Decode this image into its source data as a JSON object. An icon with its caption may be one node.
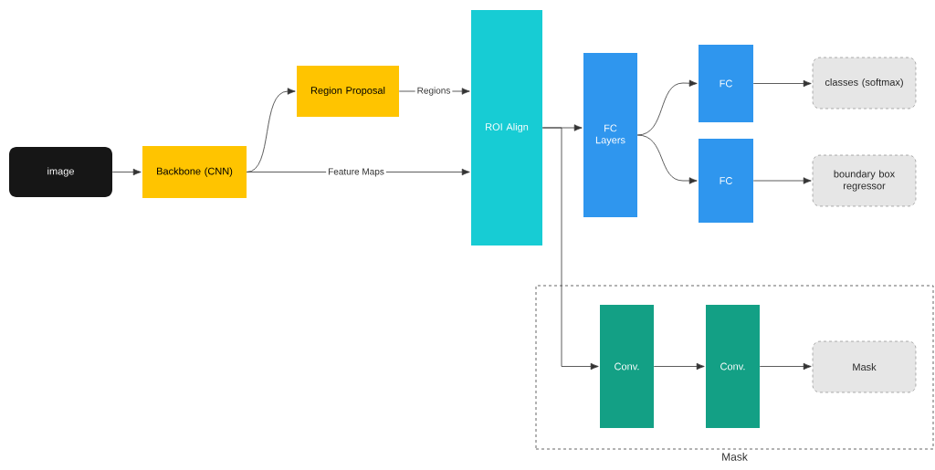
{
  "diagram": {
    "nodes": [
      {
        "text": [
          "image"
        ]
      },
      {
        "text": [
          "Backbone (CNN)"
        ]
      },
      {
        "text": [
          "Region Proposal"
        ]
      },
      {
        "text": [
          "ROI Align"
        ]
      },
      {
        "text": [
          "FC Layers"
        ]
      },
      {
        "text": [
          "FC"
        ]
      },
      {
        "text": [
          "FC"
        ]
      },
      {
        "text": [
          "classes (softmax)"
        ]
      },
      {
        "text": [
          "boundary box regressor"
        ]
      },
      {
        "text": [
          "Mask"
        ]
      },
      {
        "text": [
          "Conv."
        ],
        "in": 9
      },
      {
        "text": [
          "Conv."
        ],
        "in": 9
      },
      {
        "text": [
          "Mask"
        ],
        "in": 9
      }
    ],
    "edges": [
      {
        "from": 0,
        "to": 1,
        "arrow": "to"
      },
      {
        "from": 1,
        "to": 2,
        "arrow": "to"
      },
      {
        "from": 2,
        "to": 3,
        "arrow": "to",
        "label": "Regions"
      },
      {
        "from": 1,
        "to": 3,
        "arrow": "to",
        "label": "Feature Maps"
      },
      {
        "from": 3,
        "to": 4,
        "arrow": "to"
      },
      {
        "from": 4,
        "to": 5,
        "arrow": "to"
      },
      {
        "from": 4,
        "to": 6,
        "arrow": "to"
      },
      {
        "from": 5,
        "to": 7,
        "arrow": "to"
      },
      {
        "from": 6,
        "to": 8,
        "arrow": "to"
      },
      {
        "from": 3,
        "to": 10,
        "arrow": "to"
      },
      {
        "from": 10,
        "to": 11,
        "arrow": "to"
      },
      {
        "from": 11,
        "to": 12,
        "arrow": "to"
      }
    ]
  }
}
